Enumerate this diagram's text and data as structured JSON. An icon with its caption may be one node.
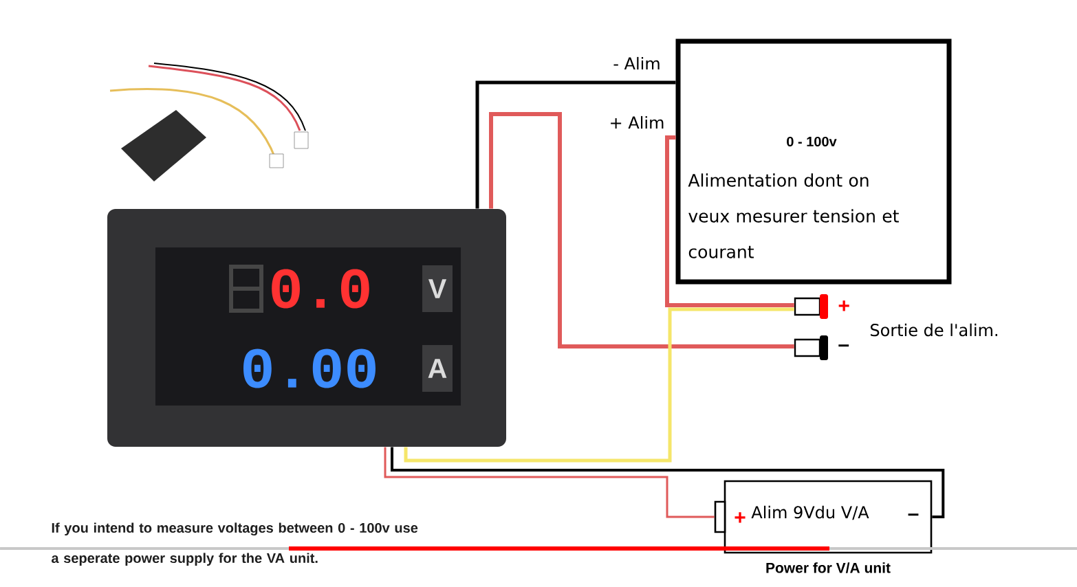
{
  "diagram": {
    "nodes": [
      {
        "text": [
          "0.0",
          "V",
          "0.00",
          "A"
        ]
      },
      {
        "text": [
          "0 - 100v",
          "Alimentation dont on veux mesurer tension et courant"
        ]
      },
      {
        "text": [],
        "shape": "box",
        "beside": [
          "+"
        ]
      },
      {
        "text": [],
        "shape": "box",
        "beside": [
          "–"
        ]
      },
      {
        "text": [
          "+",
          "Alim 9Vdu V/A",
          "–"
        ],
        "beside": [
          "Power for V/A unit"
        ]
      }
    ],
    "edges": [
      {
        "from": 0,
        "to": 1,
        "arrow": "none",
        "label": "- Alim",
        "color": "#000000"
      },
      {
        "from": 1,
        "to": 2,
        "arrow": "none",
        "label": "+ Alim",
        "color": "#e05a5a"
      },
      {
        "from": 0,
        "to": 3,
        "arrow": "none",
        "color": "#e05a5a"
      },
      {
        "from": 0,
        "to": 2,
        "arrow": "none",
        "color": "#f5e66a"
      },
      {
        "from": 0,
        "to": 4,
        "arrow": "none",
        "color": "#000000"
      },
      {
        "from": 0,
        "to": 4,
        "arrow": "none",
        "color": "#e05a5a"
      }
    ],
    "labels": [
      "Sortie de l'alim.",
      "If you intend to measure voltages between 0 - 100v use a seperate power supply for the VA unit."
    ]
  }
}
